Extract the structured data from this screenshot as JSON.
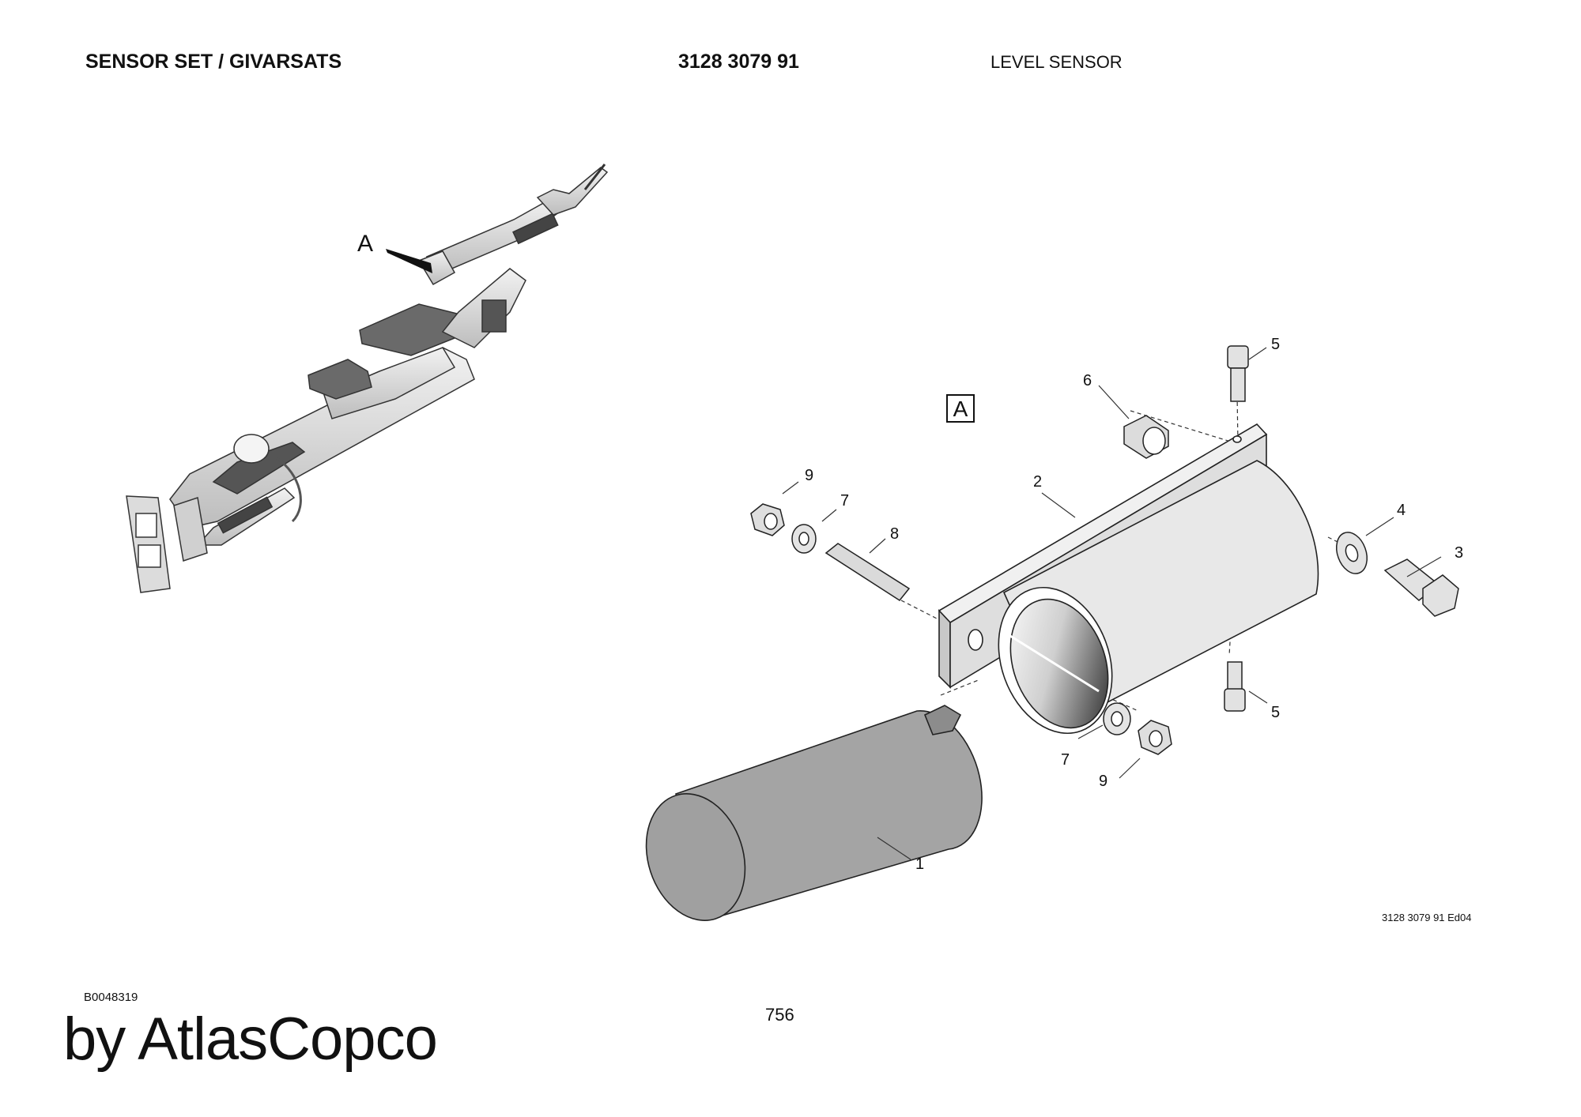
{
  "header": {
    "title": "SENSOR SET / GIVARSATS",
    "part_number": "3128 3079 91",
    "description": "LEVEL SENSOR"
  },
  "overview": {
    "detail_marker": "A"
  },
  "detail": {
    "view_label": "A",
    "callouts": {
      "c1": "1",
      "c2": "2",
      "c3": "3",
      "c4": "4",
      "c5_top": "5",
      "c5_bottom": "5",
      "c6": "6",
      "c7_top": "7",
      "c7_bottom": "7",
      "c8": "8",
      "c9_top": "9",
      "c9_bottom": "9"
    }
  },
  "footer": {
    "edition": "3128 3079 91 Ed04",
    "doc_id": "B0048319",
    "page_number": "756",
    "brand": "by AtlasCopco"
  },
  "colors": {
    "sensor_body": "#a4a4a4",
    "bracket": "#e4e4e4",
    "line": "#222222"
  }
}
